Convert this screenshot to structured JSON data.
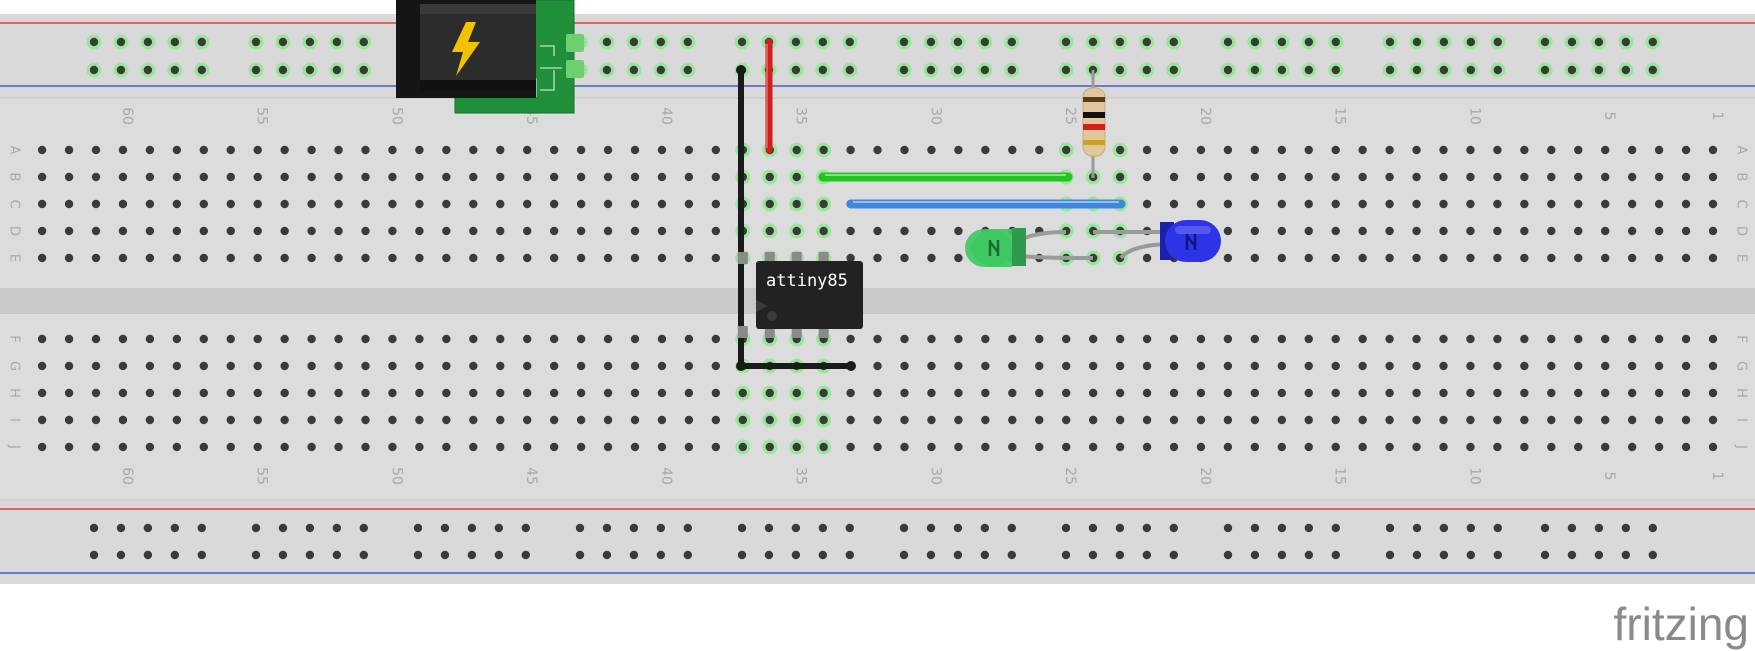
{
  "breadboard": {
    "column_numbers": [
      "60",
      "55",
      "50",
      "45",
      "40",
      "35",
      "30",
      "25",
      "20",
      "15",
      "10",
      "5",
      "1"
    ],
    "row_letters_top": [
      "A",
      "B",
      "C",
      "D",
      "E"
    ],
    "row_letters_bottom": [
      "F",
      "G",
      "H",
      "I",
      "J"
    ],
    "board_color": "#d9d9d9",
    "rail_red": "#e2231a",
    "rail_blue": "#2541d6",
    "hole_color": "#3a3a3a",
    "connected_glow": "#8ee88e"
  },
  "chip": {
    "label": "attiny85",
    "body_color": "#222222"
  },
  "wires": [
    {
      "name": "red-wire",
      "color": "#d11f1f"
    },
    {
      "name": "black-wire",
      "color": "#1a1a1a"
    },
    {
      "name": "green-wire",
      "color": "#22c322"
    },
    {
      "name": "blue-wire",
      "color": "#3f86e0"
    }
  ],
  "leds": [
    {
      "name": "green-led",
      "color": "#3ec861"
    },
    {
      "name": "blue-led",
      "color": "#2d34e8"
    }
  ],
  "power_jack": {
    "icon": "lightning-bolt-icon",
    "color": "#f2c200"
  },
  "resistor": {
    "bands": [
      "#5a3a1e",
      "#111111",
      "#d11f1f",
      "#c9a227"
    ]
  },
  "brand": {
    "logo": "fritzing"
  }
}
